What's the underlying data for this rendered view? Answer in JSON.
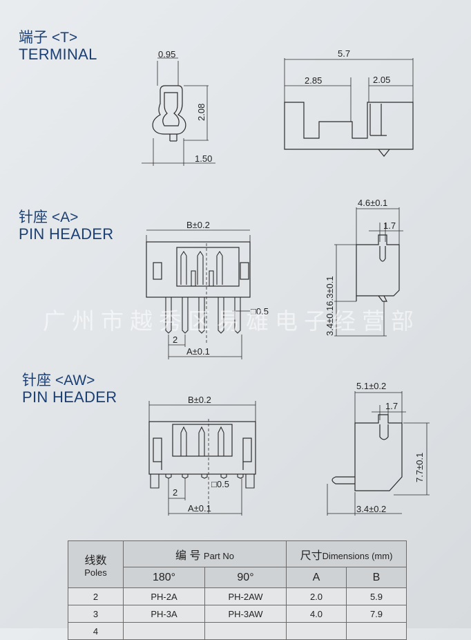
{
  "sections": {
    "terminal": {
      "cn": "端子 <T>",
      "en": "TERMINAL"
    },
    "pin_header_a": {
      "cn": "针座 <A>",
      "en": "PIN HEADER"
    },
    "pin_header_aw": {
      "cn": "针座 <AW>",
      "en": "PIN HEADER"
    }
  },
  "dims": {
    "t_width": "0.95",
    "t_height": "2.08",
    "t_base": "1.50",
    "t_total": "5.7",
    "t_left": "2.85",
    "t_right": "2.05",
    "a_b": "B±0.2",
    "a_side": "4.6±0.1",
    "a_slot": "1.7",
    "a_height": "3.4±0.16.3±0.1",
    "a_sq": "□0.5",
    "a_pitch": "2",
    "a_a": "A±0.1",
    "aw_b": "B±0.2",
    "aw_side": "5.1±0.2",
    "aw_slot": "1.7",
    "aw_height": "7.7±0.1",
    "aw_sq": "□0.5",
    "aw_pitch": "2",
    "aw_a": "A±0.1",
    "aw_bottom": "3.4±0.2"
  },
  "watermark": "广州市越秀区易雄电子经营部",
  "table": {
    "poles_cn": "线数",
    "poles_en": "Poles",
    "part_cn": "编 号",
    "part_en": "Part No",
    "dim_cn": "尺寸",
    "dim_en": "Dimensions (mm)",
    "col_180": "180°",
    "col_90": "90°",
    "col_a": "A",
    "col_b": "B",
    "rows": [
      {
        "poles": "2",
        "p180": "PH-2A",
        "p90": "PH-2AW",
        "a": "2.0",
        "b": "5.9"
      },
      {
        "poles": "3",
        "p180": "PH-3A",
        "p90": "PH-3AW",
        "a": "4.0",
        "b": "7.9"
      },
      {
        "poles": "4",
        "p180": "",
        "p90": "",
        "a": "",
        "b": ""
      }
    ]
  }
}
